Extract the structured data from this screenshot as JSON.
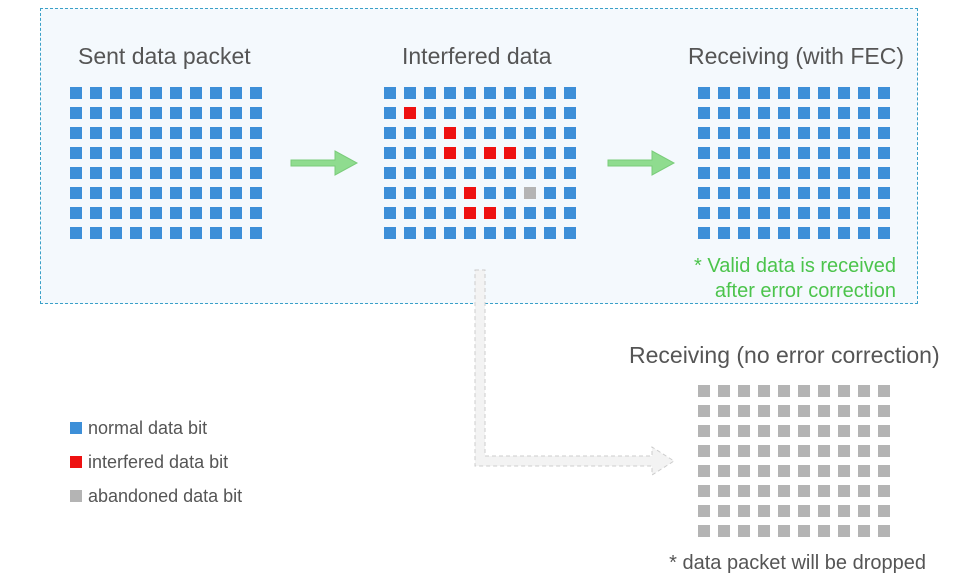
{
  "panels": {
    "sent": {
      "title": "Sent data packet"
    },
    "interfered": {
      "title": "Interfered data"
    },
    "fec": {
      "title": "Receiving (with FEC)"
    },
    "noec": {
      "title": "Receiving (no error correction)"
    }
  },
  "notes": {
    "fec_line1": "* Valid data is received",
    "fec_line2": "after error correction",
    "dropped": "* data packet will be dropped"
  },
  "legend": [
    {
      "label": "normal data bit",
      "color": "#3d8fd8"
    },
    {
      "label": "interfered data bit",
      "color": "#ee1111"
    },
    {
      "label": "abandoned data bit",
      "color": "#b4b4b4"
    }
  ],
  "colors": {
    "normal": "#3d8fd8",
    "interfered": "#ee1111",
    "abandoned": "#b4b4b4",
    "note_green": "#4cc44c",
    "arrow_green": "#8fdc8f",
    "box_border": "#3aa0c8"
  },
  "grid": {
    "rows": 8,
    "cols": 10
  },
  "interfered_bits": [
    [
      1,
      1
    ],
    [
      2,
      3
    ],
    [
      3,
      3
    ],
    [
      3,
      5
    ],
    [
      3,
      6
    ],
    [
      5,
      4
    ],
    [
      6,
      4
    ],
    [
      6,
      5
    ]
  ],
  "abandoned_bits_in_interfered": [
    [
      5,
      7
    ]
  ]
}
